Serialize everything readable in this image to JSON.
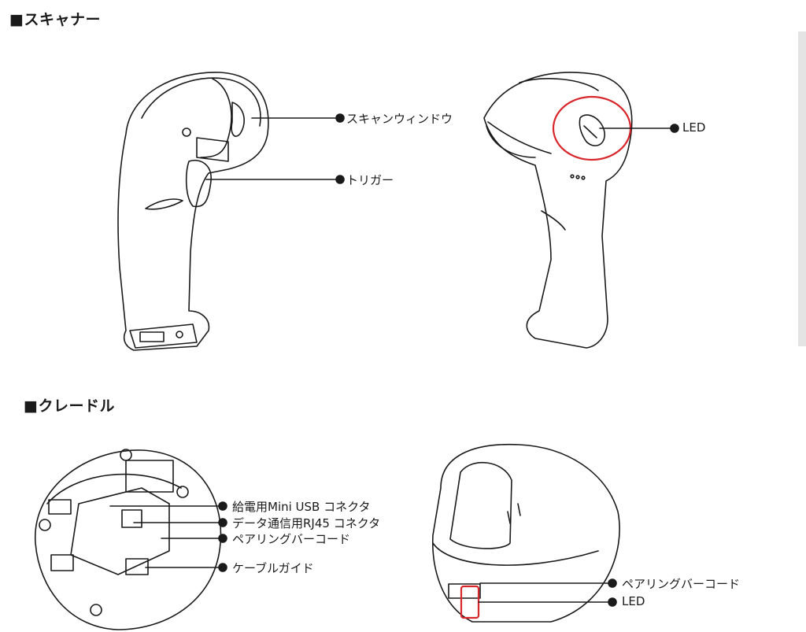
{
  "sections": {
    "scanner": {
      "heading": "■スキャナー",
      "labels": {
        "scan_window": "スキャンウィンドウ",
        "trigger": "トリガー",
        "led": "LED"
      }
    },
    "cradle": {
      "heading": "■クレードル",
      "labels": {
        "mini_usb": "給電用Mini USB コネクタ",
        "rj45": "データ通信用RJ45 コネクタ",
        "pairing_barcode_bottom": "ペアリングバーコード",
        "cable_guide": "ケーブルガイド",
        "pairing_barcode_front": "ペアリングバーコード",
        "led": "LED"
      }
    }
  },
  "colors": {
    "highlight": "#d9262b",
    "line": "#1a1a1a"
  }
}
